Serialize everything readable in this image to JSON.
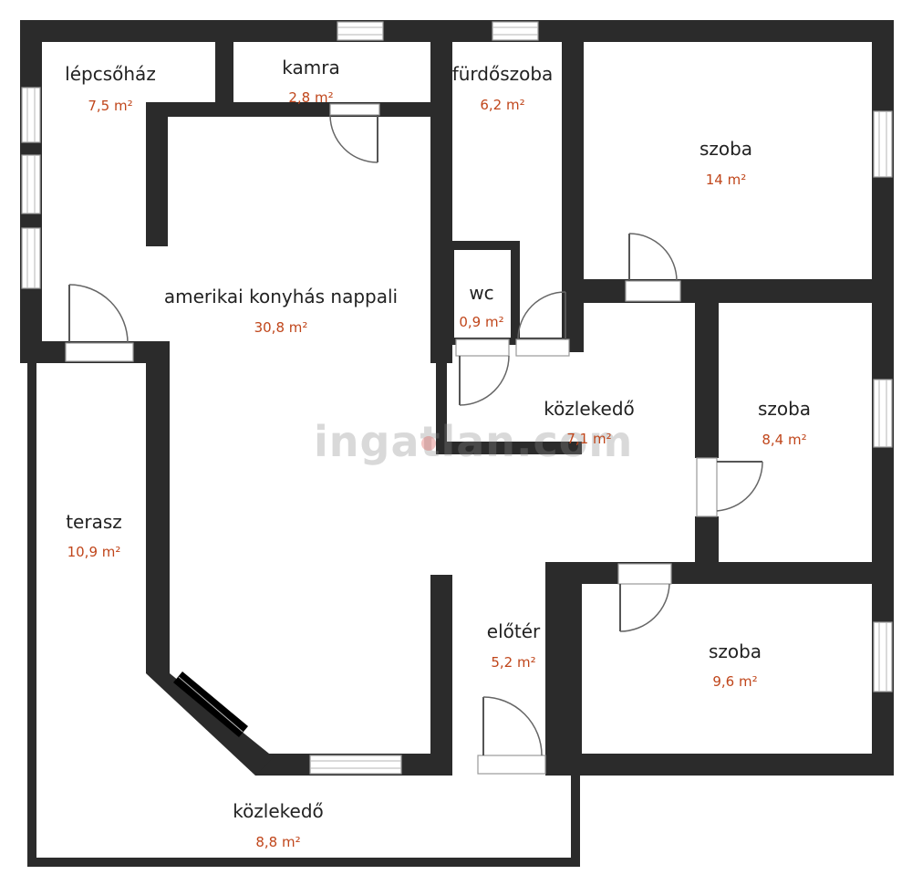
{
  "colors": {
    "wall": "#2b2b2b",
    "room_name": "#222222",
    "area": "#c0461b",
    "watermark": "#8a8a8a",
    "watermark_accent": "#d9534f"
  },
  "rooms": {
    "lepcsohaz": {
      "name": "lépcsőház",
      "area": "7,5 m²"
    },
    "kamra": {
      "name": "kamra",
      "area": "2,8 m²"
    },
    "furdoszoba": {
      "name": "fürdőszoba",
      "area": "6,2 m²"
    },
    "szoba_top": {
      "name": "szoba",
      "area": "14 m²"
    },
    "nappali": {
      "name": "amerikai konyhás nappali",
      "area": "30,8 m²"
    },
    "wc": {
      "name": "wc",
      "area": "0,9 m²"
    },
    "kozlekedo_mid": {
      "name": "közlekedő",
      "area": "7,1 m²"
    },
    "szoba_mid": {
      "name": "szoba",
      "area": "8,4 m²"
    },
    "terasz": {
      "name": "terasz",
      "area": "10,9 m²"
    },
    "eloter": {
      "name": "előtér",
      "area": "5,2 m²"
    },
    "szoba_bottom": {
      "name": "szoba",
      "area": "9,6 m²"
    },
    "kozlekedo_bottom": {
      "name": "közlekedő",
      "area": "8,8 m²"
    }
  },
  "watermark": {
    "text": "ingatlan.com"
  }
}
